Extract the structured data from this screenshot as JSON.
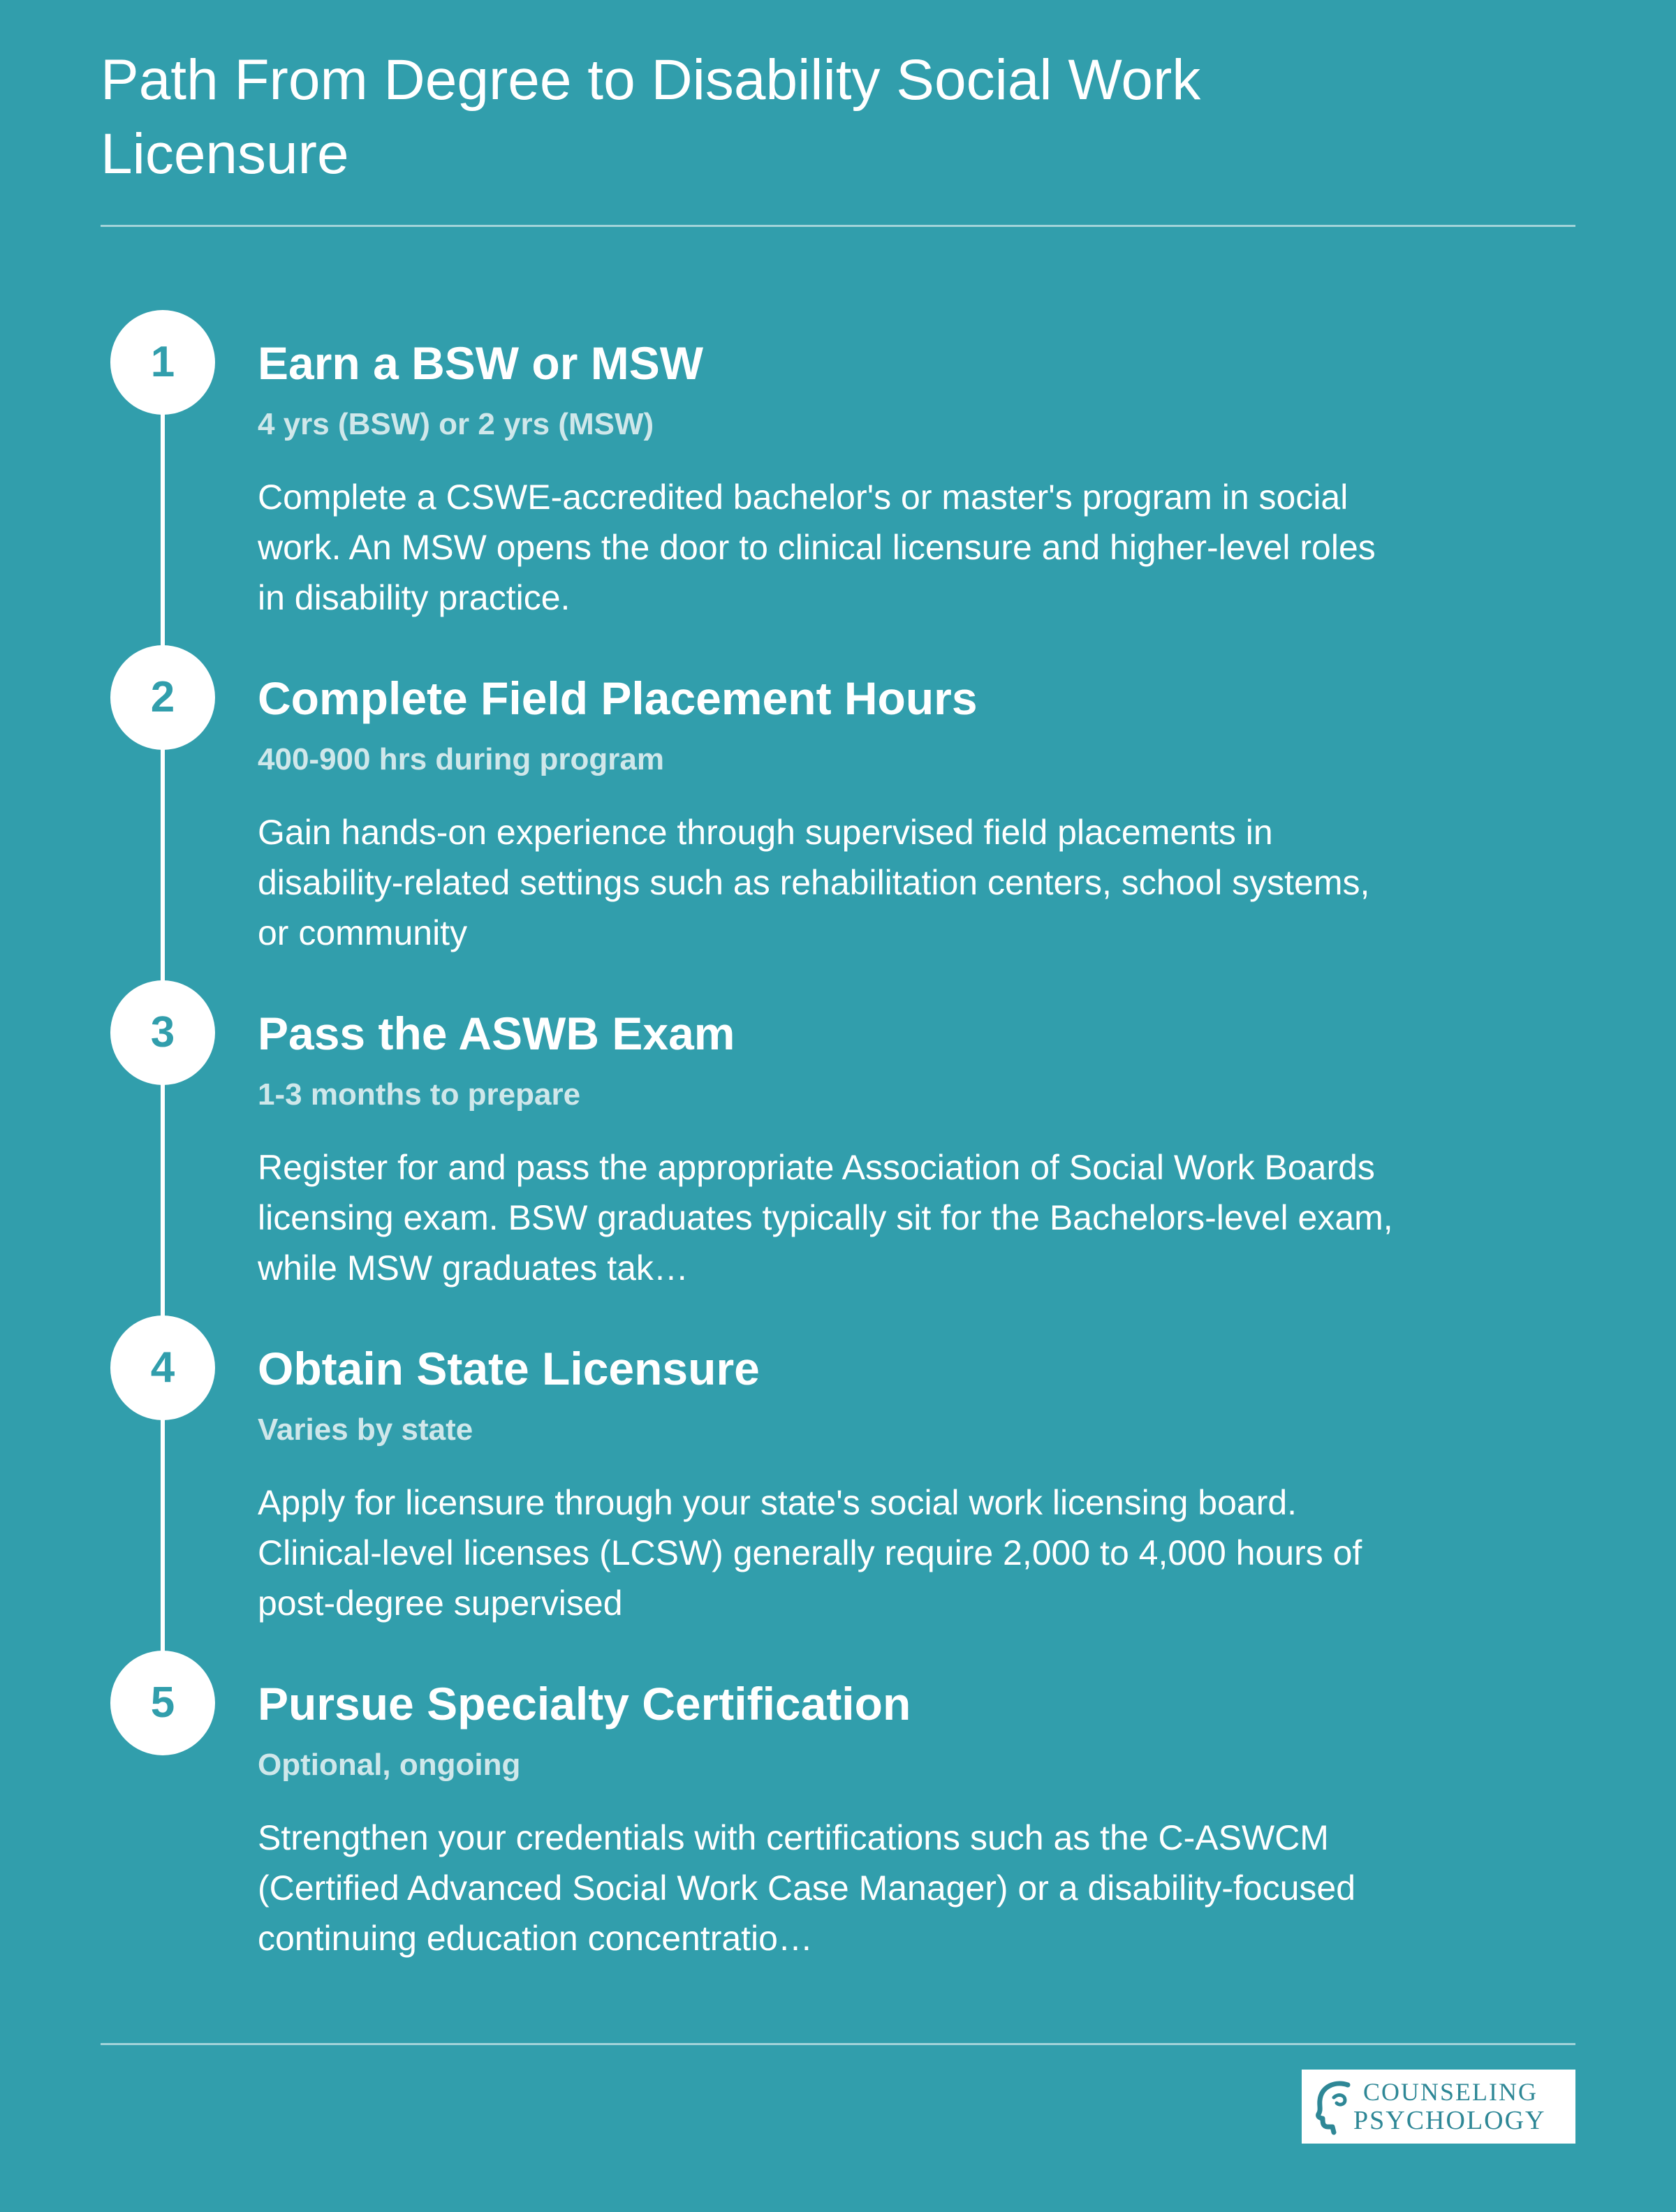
{
  "title": "Path From Degree to Disability Social Work Licensure",
  "steps": [
    {
      "number": "1",
      "title": "Earn a BSW or MSW",
      "duration": "4 yrs (BSW) or 2 yrs (MSW)",
      "description": "Complete a CSWE-accredited bachelor's or master's program in social work. An MSW opens the door to clinical licensure and higher-level roles in disability practice."
    },
    {
      "number": "2",
      "title": "Complete Field Placement Hours",
      "duration": "400-900 hrs during program",
      "description": "Gain hands-on experience through supervised field placements in disability-related settings such as rehabilitation centers, school systems, or community"
    },
    {
      "number": "3",
      "title": "Pass the ASWB Exam",
      "duration": "1-3 months to prepare",
      "description": "Register for and pass the appropriate Association of Social Work Boards licensing exam. BSW graduates typically sit for the Bachelors-level exam, while MSW graduates tak…"
    },
    {
      "number": "4",
      "title": "Obtain State Licensure",
      "duration": "Varies by state",
      "description": "Apply for licensure through your state's social work licensing board. Clinical-level licenses (LCSW) generally require 2,000 to 4,000 hours of post-degree supervised"
    },
    {
      "number": "5",
      "title": "Pursue Specialty Certification",
      "duration": "Optional, ongoing",
      "description": "Strengthen your credentials with certifications such as the C-ASWCM (Certified Advanced Social Work Case Manager) or a disability-focused continuing education concentratio…"
    }
  ],
  "logo": {
    "line1": "COUNSELING",
    "line2": "PSYCHOLOGY"
  },
  "colors": {
    "background": "#319eac",
    "accent_text": "#cfe7ea",
    "logo_text": "#2e8796"
  }
}
